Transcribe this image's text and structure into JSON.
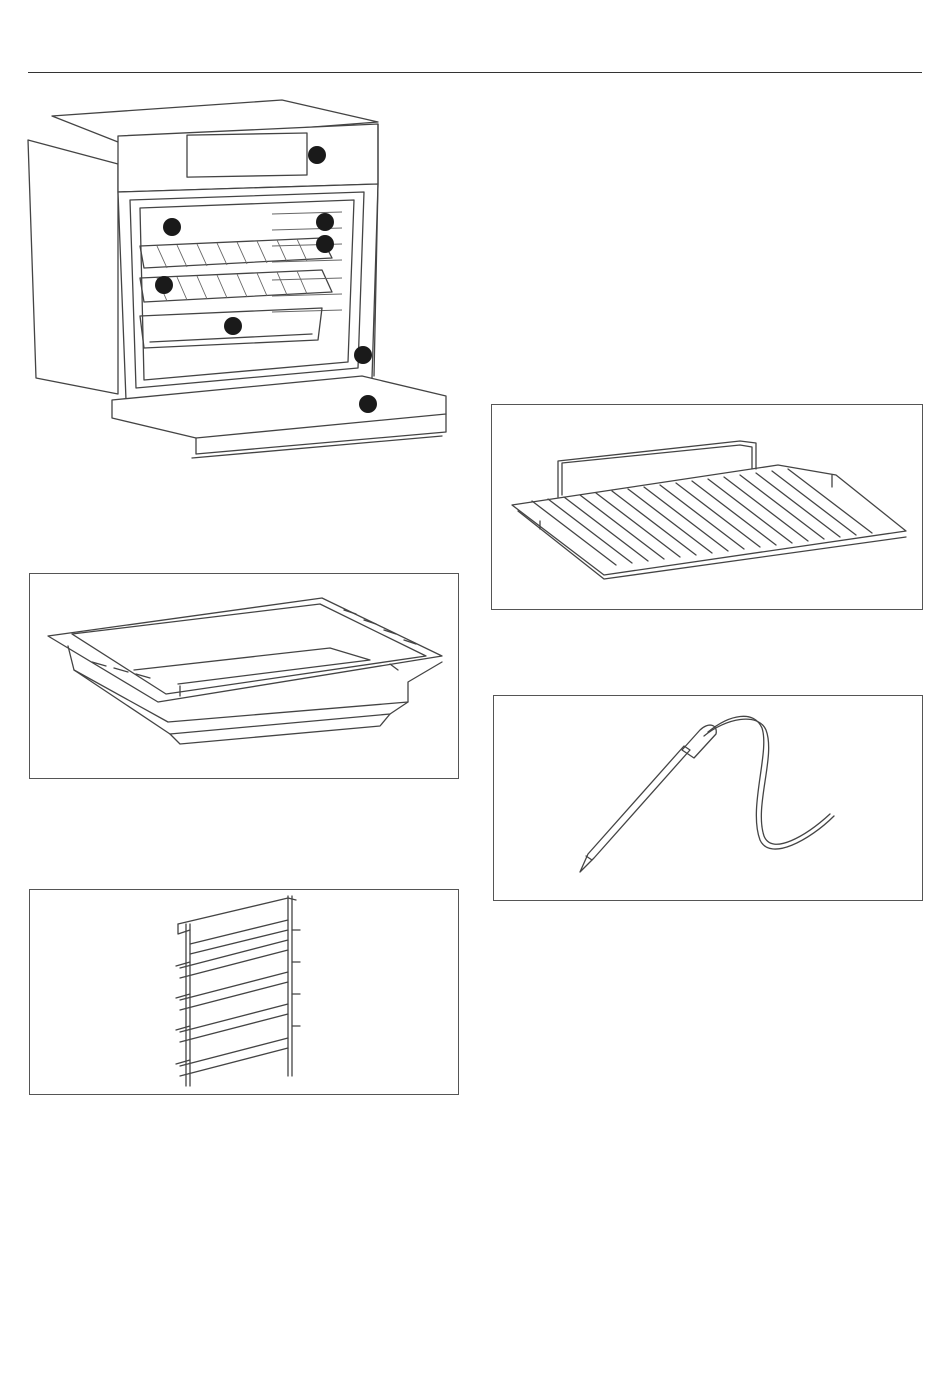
{
  "page": {
    "background": "#ffffff",
    "line_color": "#444444",
    "marker_color": "#1a1a1a"
  },
  "oven": {
    "marker_count": 8
  },
  "accessories": [
    {
      "id": "baking-tray",
      "icon": "baking-tray-illustration"
    },
    {
      "id": "wire-shelf",
      "icon": "wire-shelf-illustration"
    },
    {
      "id": "meat-probe",
      "icon": "meat-probe-illustration"
    },
    {
      "id": "side-rack",
      "icon": "side-rack-illustration"
    }
  ]
}
